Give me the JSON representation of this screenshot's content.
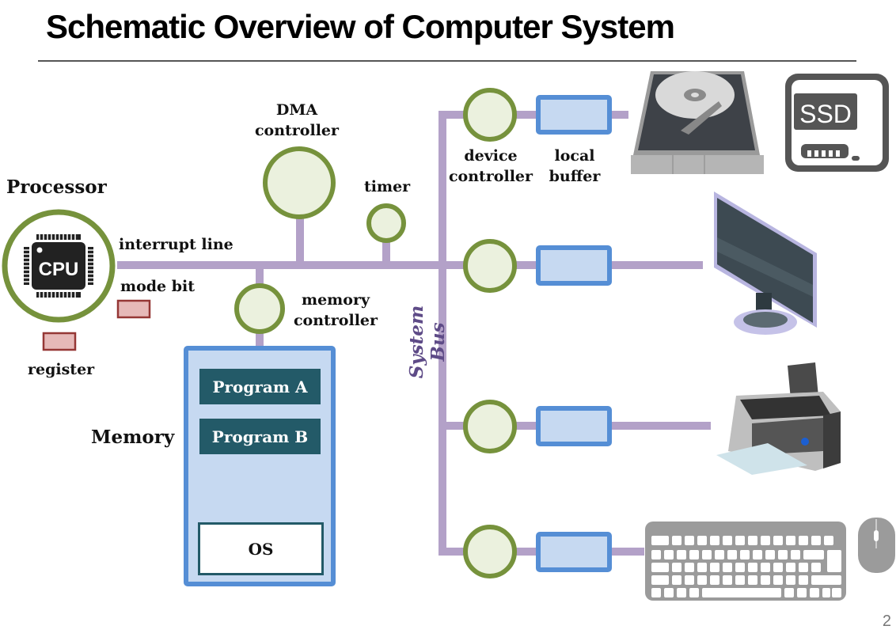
{
  "slide": {
    "title": "Schematic Overview of Computer System",
    "page_number": "2"
  },
  "processor": {
    "label": "Processor",
    "chip_text": "CPU",
    "interrupt_line_label": "interrupt line",
    "mode_bit_label": "mode bit",
    "register_label": "register"
  },
  "bus": {
    "label": "System Bus",
    "color": "#b3a1c8"
  },
  "controllers": {
    "dma_label_line1": "DMA",
    "dma_label_line2": "controller",
    "timer_label": "timer",
    "memory_controller_line1": "memory",
    "memory_controller_line2": "controller",
    "device_controller_line1": "device",
    "device_controller_line2": "controller",
    "local_buffer_line1": "local",
    "local_buffer_line2": "buffer"
  },
  "memory": {
    "label": "Memory",
    "programs": [
      "Program A",
      "Program B"
    ],
    "os_label": "OS"
  },
  "devices": [
    {
      "name": "hard-disk",
      "extra": "SSD"
    },
    {
      "name": "monitor"
    },
    {
      "name": "printer"
    },
    {
      "name": "keyboard-mouse"
    }
  ],
  "colors": {
    "controller_stroke": "#76923c",
    "controller_fill": "#ebf1de",
    "buffer_stroke": "#558ed5",
    "buffer_fill": "#c6d9f1",
    "register_stroke": "#953735",
    "register_fill": "#e6b9b8",
    "program_fill": "#235a68"
  }
}
